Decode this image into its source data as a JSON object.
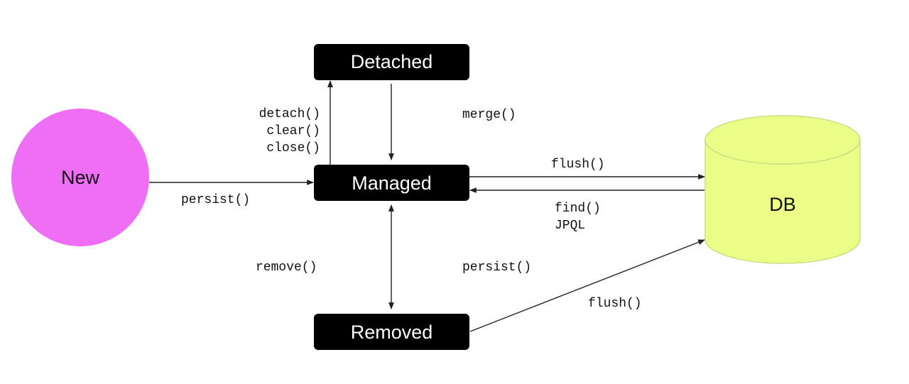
{
  "colors": {
    "new_fill": "#ee6ef6",
    "state_fill": "#000000",
    "db_fill": "#ecfd88",
    "db_stroke": "#c9e083",
    "line": "#222222"
  },
  "nodes": {
    "new": {
      "label": "New"
    },
    "detached": {
      "label": "Detached"
    },
    "managed": {
      "label": "Managed"
    },
    "removed": {
      "label": "Removed"
    },
    "db": {
      "label": "DB"
    }
  },
  "edges": {
    "persist_new": "persist()",
    "detach_line_1": "detach()",
    "detach_line_2": "clear()",
    "detach_line_3": "close()",
    "merge": "merge()",
    "flush_managed": "flush()",
    "find_line_1": "find()",
    "find_line_2": "JPQL",
    "remove": "remove()",
    "persist_removed": "persist()",
    "flush_removed": "flush()"
  }
}
